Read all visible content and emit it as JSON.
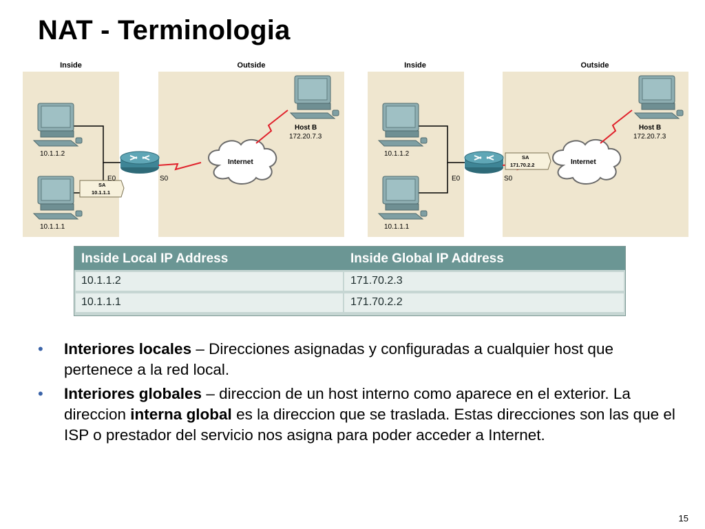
{
  "title": "NAT - Terminologia",
  "diagram_left": {
    "inside_label": "Inside",
    "outside_label": "Outside",
    "host1_ip": "10.1.1.2",
    "host2_ip": "10.1.1.1",
    "sa_label": "SA",
    "sa_value": "10.1.1.1",
    "e0": "E0",
    "s0": "S0",
    "internet": "Internet",
    "hostb_name": "Host B",
    "hostb_ip": "172.20.7.3"
  },
  "diagram_right": {
    "inside_label": "Inside",
    "outside_label": "Outside",
    "host1_ip": "10.1.1.2",
    "host2_ip": "10.1.1.1",
    "sa_label": "SA",
    "sa_value": "171.70.2.2",
    "e0": "E0",
    "s0": "S0",
    "internet": "Internet",
    "hostb_name": "Host B",
    "hostb_ip": "172.20.7.3"
  },
  "nat_table": {
    "headers": [
      "Inside Local IP Address",
      "Inside Global IP Address"
    ],
    "rows": [
      [
        "10.1.1.2",
        "171.70.2.3"
      ],
      [
        "10.1.1.1",
        "171.70.2.2"
      ]
    ]
  },
  "bullets": [
    {
      "term": "Interiores locales",
      "text": " – Direcciones asignadas y configuradas a cualquier host que pertenece a la red local."
    },
    {
      "term": "Interiores globales",
      "text_before": " – direccion de un host interno como aparece en el exterior. La direccion ",
      "emphasis": "interna global",
      "text_after": " es la direccion que se traslada. Estas direcciones son las que el ISP o prestador del servicio nos asigna para poder acceder a Internet."
    }
  ],
  "page_number": "15",
  "colors": {
    "panel": "#efe6cf",
    "table_header": "#6b9694",
    "table_row": "#e7efed",
    "bullet": "#3a63a8",
    "lightning": "#e0202a",
    "computer": "#7f9fa3"
  },
  "icons": [
    "computer-icon",
    "router-icon",
    "cloud-icon",
    "lightning-link-icon"
  ]
}
